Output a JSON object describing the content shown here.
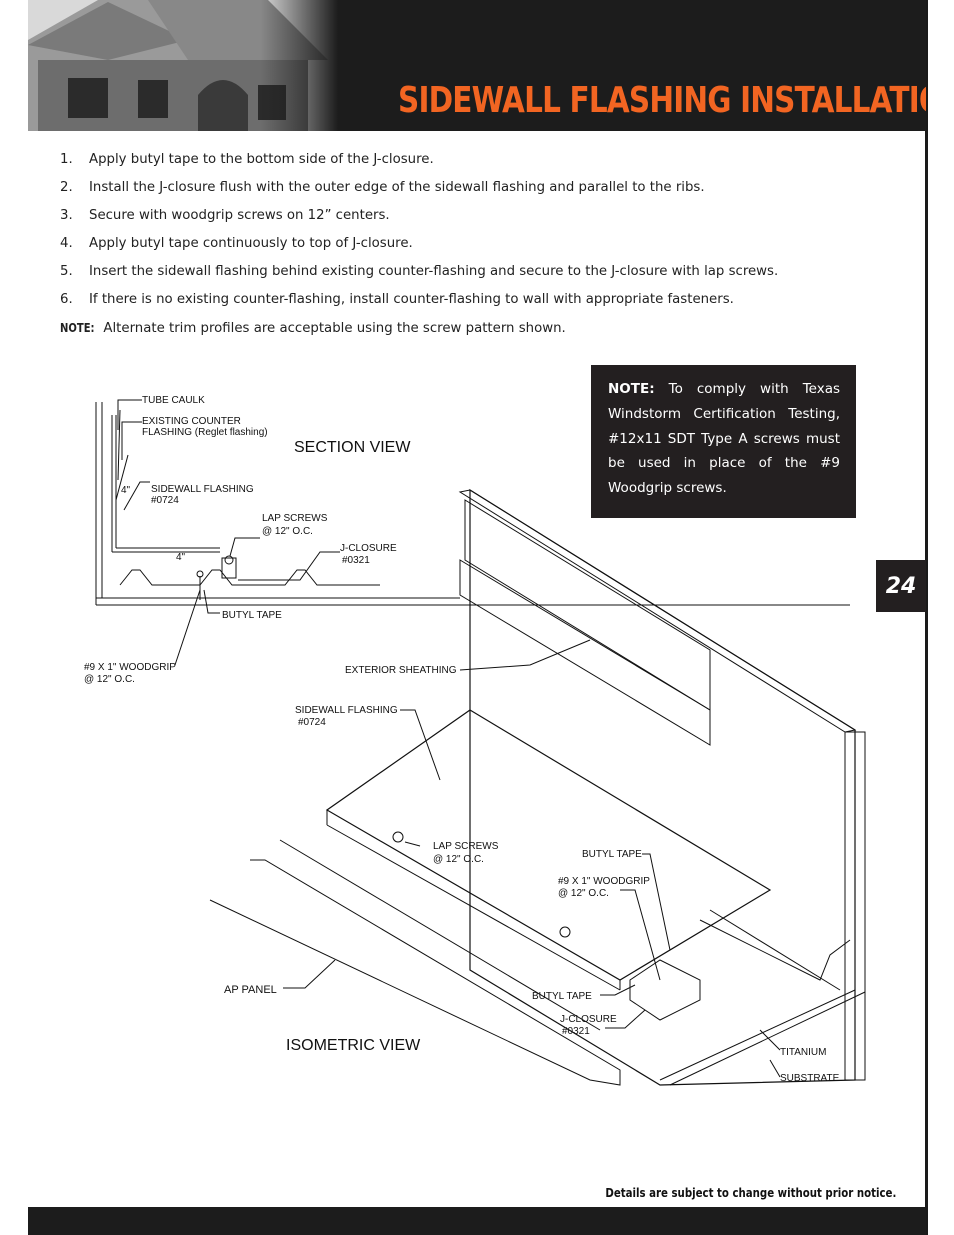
{
  "header": {
    "title": "SIDEWALL FLASHING INSTALLATION"
  },
  "steps": [
    {
      "num": "1.",
      "text": "Apply butyl tape to the bottom side of the J-closure."
    },
    {
      "num": "2.",
      "text": "Install the J-closure flush with the outer edge of the sidewall flashing and parallel to the ribs."
    },
    {
      "num": "3.",
      "text": "Secure with woodgrip screws on 12” centers."
    },
    {
      "num": "4.",
      "text": "Apply butyl tape continuously to top of J-closure."
    },
    {
      "num": "5.",
      "text": "Insert the sidewall flashing behind existing counter-flashing and secure to the J-closure with lap screws."
    },
    {
      "num": "6.",
      "text": "If there is no existing counter-flashing, install counter-flashing to wall with appropriate fasteners."
    }
  ],
  "note": {
    "label": "NOTE:",
    "text": "Alternate trim profiles are acceptable using the screw pattern shown."
  },
  "callout": {
    "label": "NOTE:",
    "text": "To comply with Texas Windstorm Certification Testing, #12x11 SDT Type A screws must be used in place of the #9 Woodgrip screws."
  },
  "page_number": "24",
  "section_view": {
    "title": "SECTION VIEW",
    "tube_caulk": "TUBE CAULK",
    "existing_counter_1": "EXISTING COUNTER",
    "existing_counter_2": "FLASHING (Reglet flashing)",
    "sidewall_flashing": "SIDEWALL FLASHING",
    "part_0724": "#0724",
    "dim_vertical": "4\"",
    "dim_horizontal": "4\"",
    "lap_screws": "LAP SCREWS",
    "lap_spacing": "@ 12\" O.C.",
    "j_closure": "J-CLOSURE",
    "part_0321": "#0321",
    "butyl_tape": "BUTYL TAPE",
    "woodgrip": "#9 X 1\" WOODGRIP",
    "woodgrip_spacing": "@ 12\" O.C."
  },
  "isometric_view": {
    "title": "ISOMETRIC VIEW",
    "exterior_sheathing": "EXTERIOR SHEATHING",
    "sidewall_flashing": "SIDEWALL FLASHING",
    "part_0724": "#0724",
    "lap_screws": "LAP SCREWS",
    "lap_spacing": "@ 12\" O.C.",
    "butyl_tape_top": "BUTYL TAPE",
    "woodgrip": "#9 X 1\" WOODGRIP",
    "woodgrip_spacing": "@ 12\" O.C.",
    "butyl_tape_bottom": "BUTYL TAPE",
    "j_closure": "J-CLOSURE",
    "part_0321": "#0321",
    "ap_panel": "AP PANEL",
    "titanium": "TITANIUM",
    "substrate": "SUBSTRATE"
  },
  "footer": {
    "text": "Details are subject to change without prior notice."
  }
}
